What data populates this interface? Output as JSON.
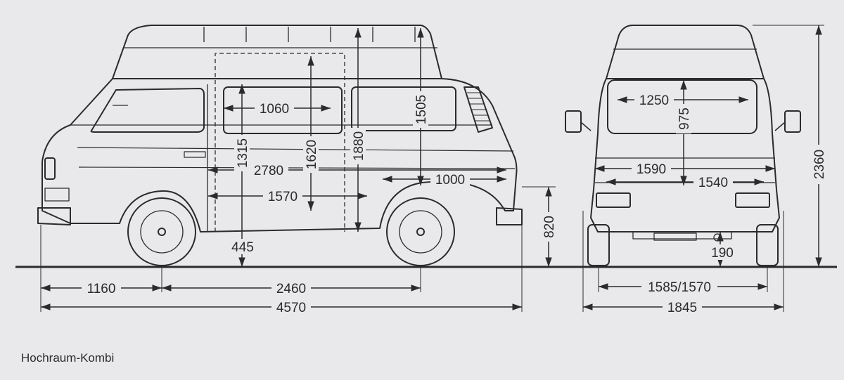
{
  "caption": "Hochraum-Kombi",
  "colors": {
    "background": "#e9e9eb",
    "ink": "#2b2b2d"
  },
  "dimensions": {
    "side": {
      "window_width": "1060",
      "sill_height": "1315",
      "interior_height": "1620",
      "overall_height_front": "1880",
      "window_height": "1505",
      "cargo_length": "2780",
      "floor_length": "1570",
      "rear_overhang_upper": "1000",
      "floor_clearance": "445",
      "rear_step_height": "820",
      "front_overhang": "1160",
      "wheelbase": "2460",
      "overall_length": "4570"
    },
    "rear": {
      "rear_window_width": "1250",
      "rear_window_height": "975",
      "interior_width": "1590",
      "width_between_arches": "1540",
      "overall_height": "2360",
      "ground_clearance": "190",
      "track": "1585/1570",
      "overall_width": "1845"
    }
  }
}
